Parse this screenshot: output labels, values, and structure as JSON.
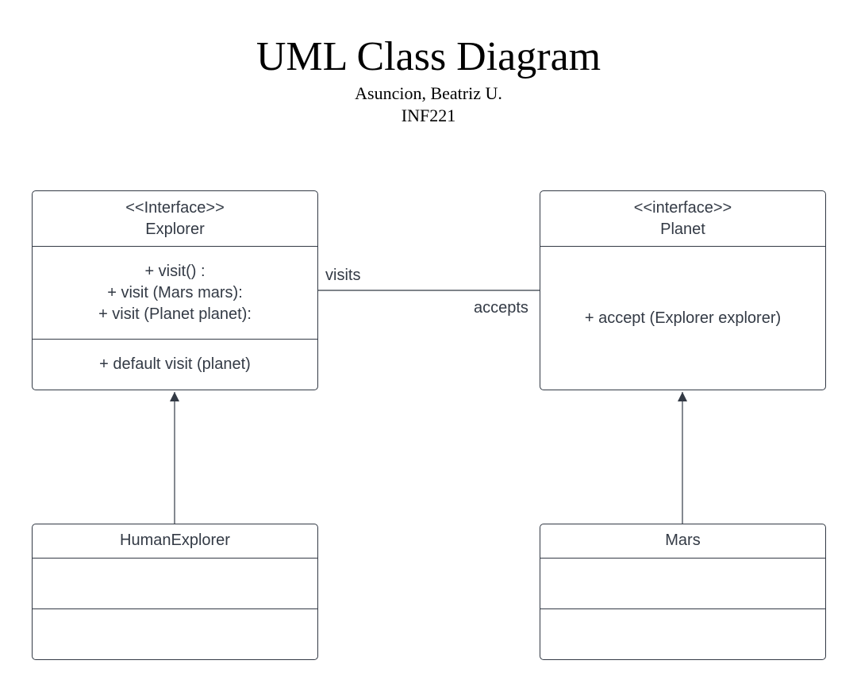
{
  "header": {
    "title": "UML Class Diagram",
    "author": "Asuncion, Beatriz U.",
    "course": "INF221"
  },
  "classes": {
    "explorer": {
      "stereotype": "<<Interface>>",
      "name": "Explorer",
      "methods": [
        "+ visit() :",
        "+ visit (Mars mars):",
        "+ visit (Planet planet):"
      ],
      "defaults": [
        "+ default visit (planet)"
      ]
    },
    "planet": {
      "stereotype": "<<interface>>",
      "name": "Planet",
      "methods": [
        "+ accept (Explorer explorer)"
      ]
    },
    "human_explorer": {
      "name": "HumanExplorer"
    },
    "mars": {
      "name": "Mars"
    }
  },
  "relations": {
    "association": {
      "source_label": "visits",
      "target_label": "accepts"
    }
  },
  "colors": {
    "line": "#333a45",
    "text": "#333a45",
    "title": "#000000",
    "background": "#ffffff"
  }
}
